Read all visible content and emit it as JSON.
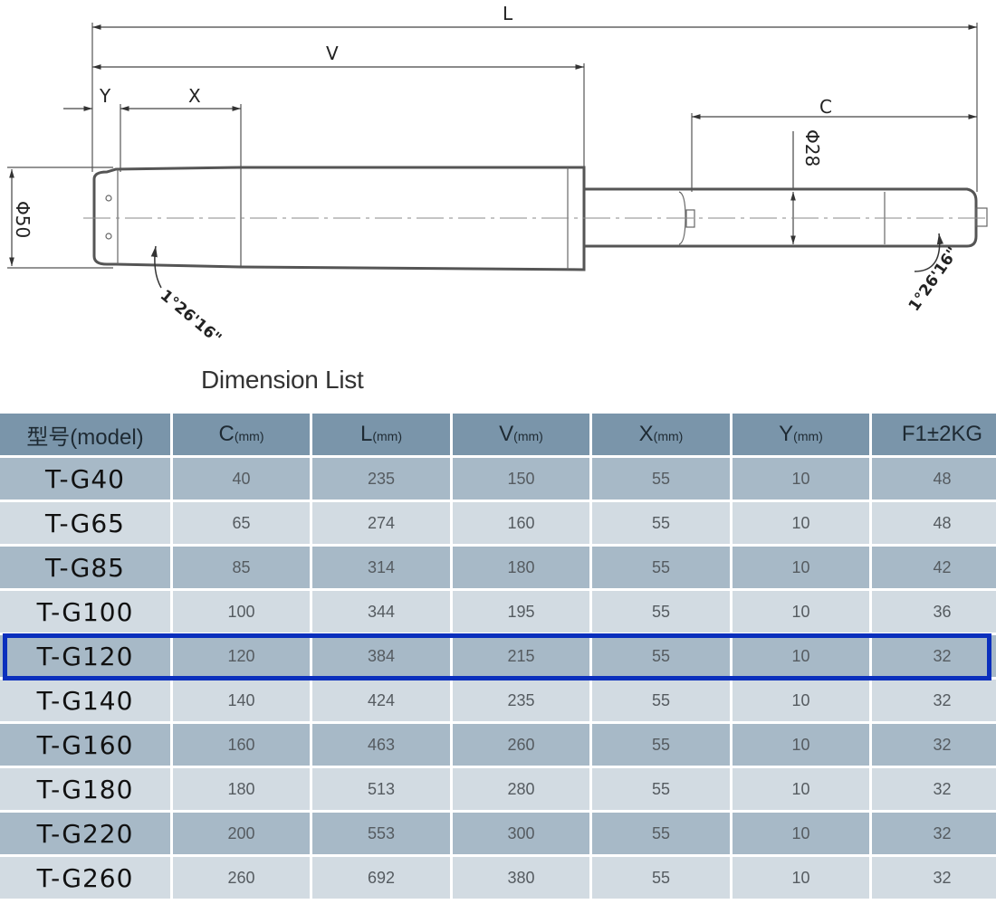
{
  "drawing": {
    "labels": {
      "L": "L",
      "V": "V",
      "Y": "Y",
      "X": "X",
      "C": "C",
      "body_diameter": "Φ50",
      "rod_diameter": "Φ28",
      "taper_angle_left": "1°26'16\"",
      "taper_angle_right": "1°26'16\""
    }
  },
  "title": "Dimension List",
  "table": {
    "headers": [
      {
        "main": "型号(model)",
        "unit": ""
      },
      {
        "main": "C",
        "unit": "(mm)"
      },
      {
        "main": "L",
        "unit": "(mm)"
      },
      {
        "main": "V",
        "unit": "(mm)"
      },
      {
        "main": "X",
        "unit": "(mm)"
      },
      {
        "main": "Y",
        "unit": "(mm)"
      },
      {
        "main": "F1±2KG",
        "unit": ""
      }
    ],
    "rows": [
      [
        "T-G40",
        "40",
        "235",
        "150",
        "55",
        "10",
        "48"
      ],
      [
        "T-G65",
        "65",
        "274",
        "160",
        "55",
        "10",
        "48"
      ],
      [
        "T-G85",
        "85",
        "314",
        "180",
        "55",
        "10",
        "42"
      ],
      [
        "T-G100",
        "100",
        "344",
        "195",
        "55",
        "10",
        "36"
      ],
      [
        "T-G120",
        "120",
        "384",
        "215",
        "55",
        "10",
        "32"
      ],
      [
        "T-G140",
        "140",
        "424",
        "235",
        "55",
        "10",
        "32"
      ],
      [
        "T-G160",
        "160",
        "463",
        "260",
        "55",
        "10",
        "32"
      ],
      [
        "T-G180",
        "180",
        "513",
        "280",
        "55",
        "10",
        "32"
      ],
      [
        "T-G220",
        "200",
        "553",
        "300",
        "55",
        "10",
        "32"
      ],
      [
        "T-G260",
        "260",
        "692",
        "380",
        "55",
        "10",
        "32"
      ]
    ],
    "highlighted_row": "T-G120",
    "colors": {
      "header": "#7a95aa",
      "row_dark": "#a7b9c7",
      "row_light": "#d2dbe2",
      "highlight": "#0a2fbd"
    }
  }
}
